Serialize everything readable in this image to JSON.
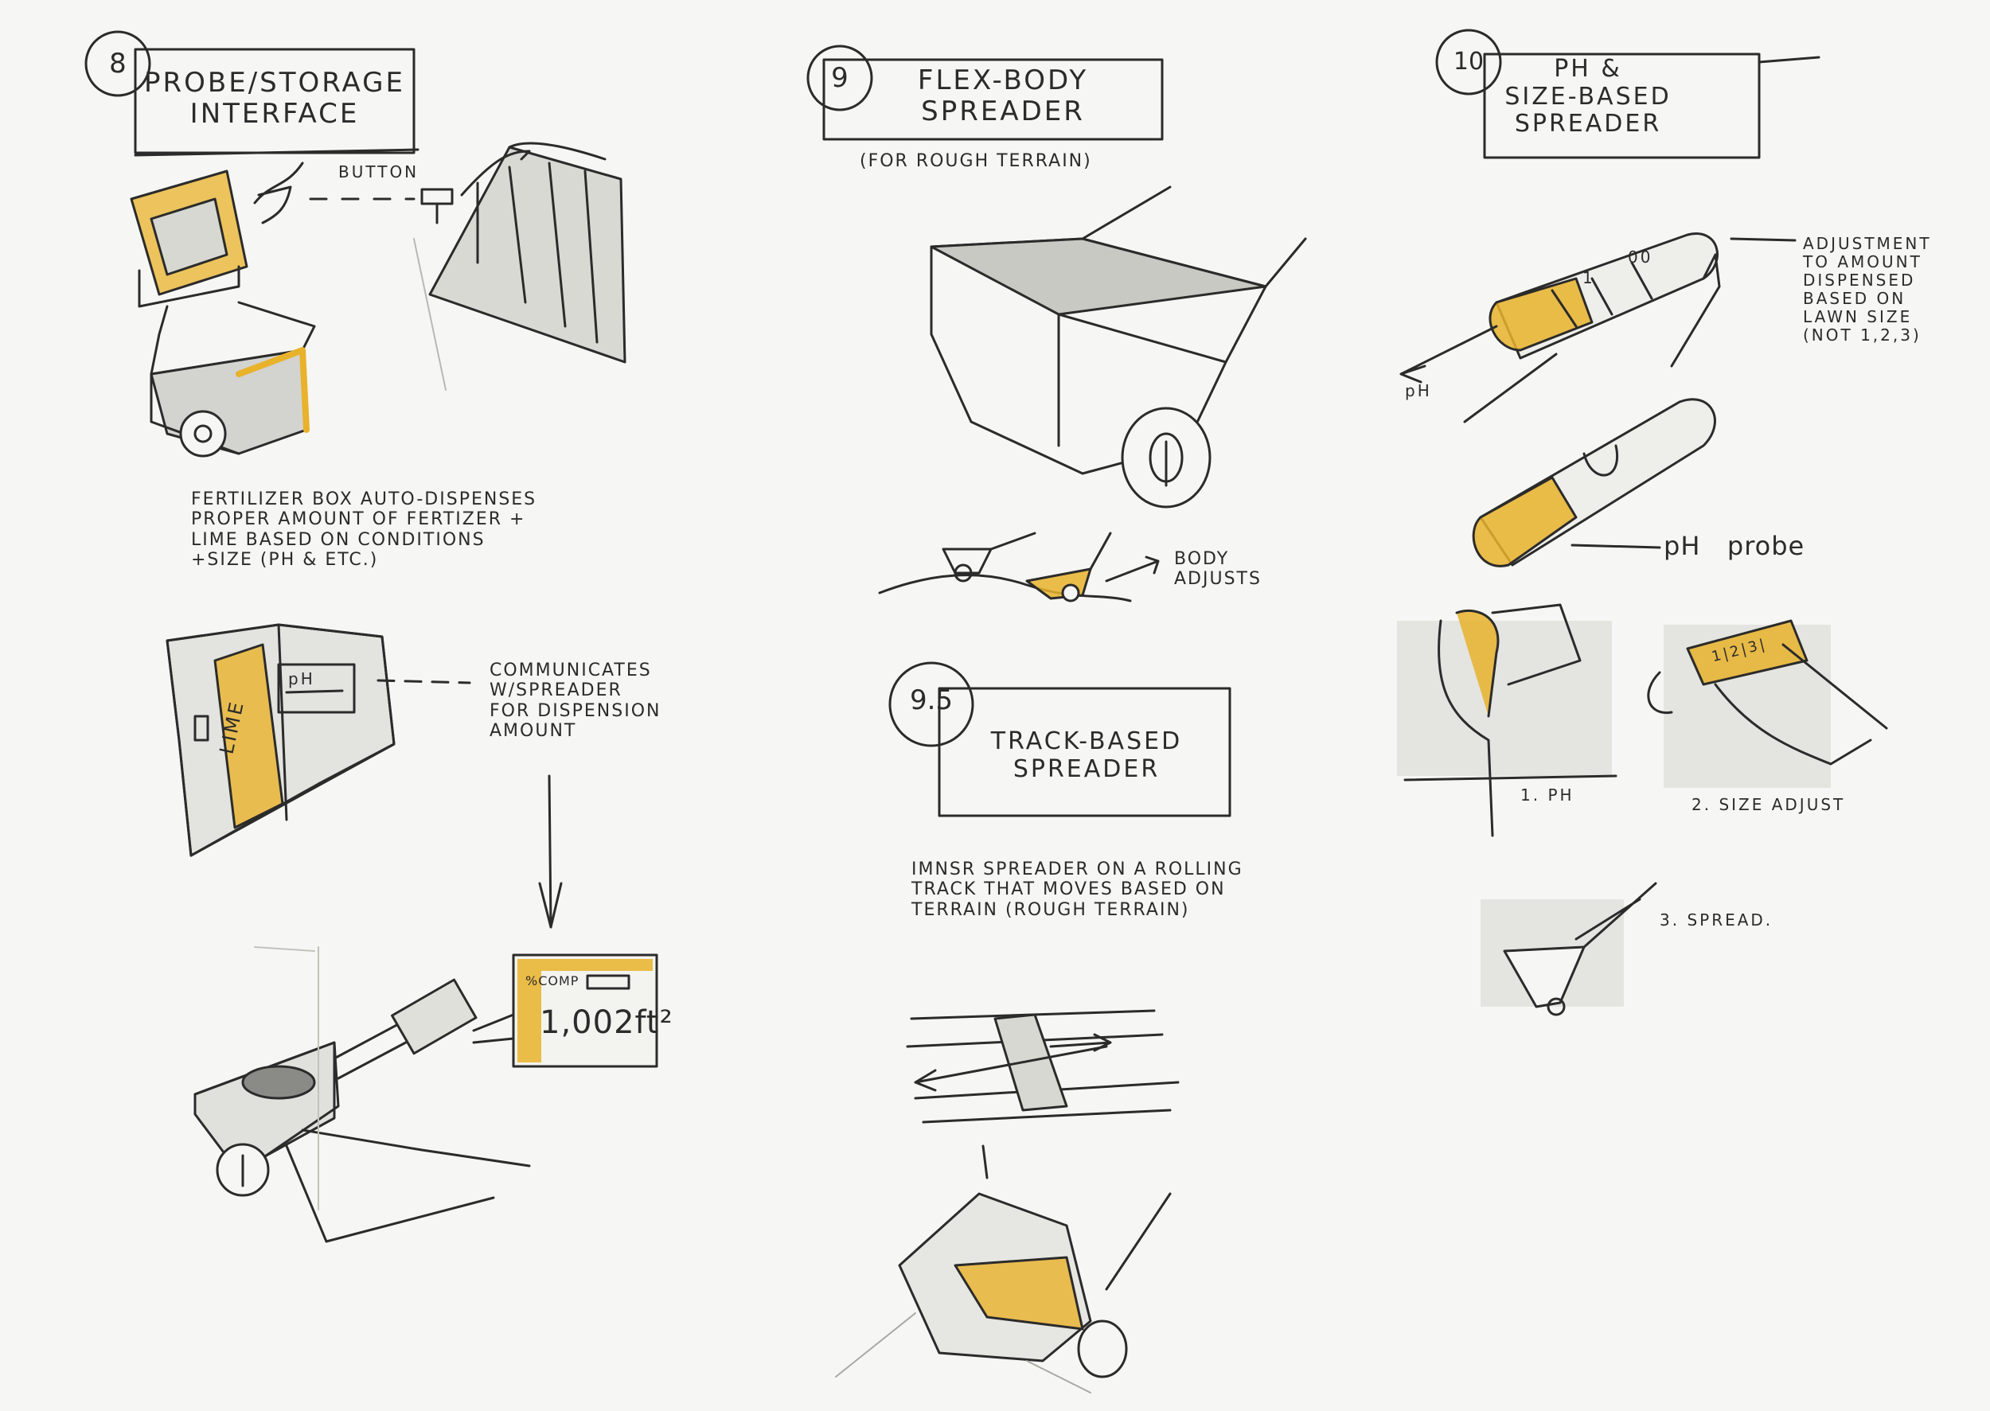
{
  "colors": {
    "paper": "#f6f6f4",
    "graphite": "#2b2b2b",
    "shade": "#9a9a9a",
    "marker_yellow": "#e8b22a"
  },
  "sections": {
    "s8": {
      "number": "8",
      "title": "PROBE/STORAGE\nINTERFACE",
      "label_button": "BUTTON",
      "note_dispense": "FERTILIZER BOX AUTO-DISPENSES\nPROPER AMOUNT OF FERTIZER +\nLIME BASED ON CONDITIONS\n+SIZE (pH & ETC.)",
      "box_lime": "LIME",
      "box_ph": "pH",
      "note_communicates": "COMMUNICATES\nW/SPREADER\nFOR DISPENSION\nAMOUNT",
      "display_status": "%COMP",
      "display_area": "1,002ft²"
    },
    "s9": {
      "number": "9",
      "title": "FLEX-BODY\nSPREADER",
      "subtitle": "(FOR ROUGH TERRAIN)",
      "label_body": "BODY\nADJUSTS"
    },
    "s9_5": {
      "number": "9.5",
      "title": "TRACK-BASED\nSPREADER",
      "note": "IMNSR SPREADER ON A ROLLING\nTRACK THAT MOVES BASED ON\nTERRAIN (ROUGH TERRAIN)"
    },
    "s10": {
      "number": "10",
      "title": "PH &\nSIZE-BASED\nSPREADER",
      "note_adjust": "ADJUSTMENT\nTO AMOUNT\nDISPENSED\nBASED ON\nLAWN SIZE\n(NOT 1,2,3)",
      "label_ph_arrow": "pH",
      "dial_1": "1",
      "dial_2": "00",
      "label_probe": "pH   probe",
      "step_1": "1. pH",
      "step_2": "2. SIZE ADJUST",
      "step_3": "3. SPREAD.",
      "dial_123": "1|2|3|"
    }
  }
}
